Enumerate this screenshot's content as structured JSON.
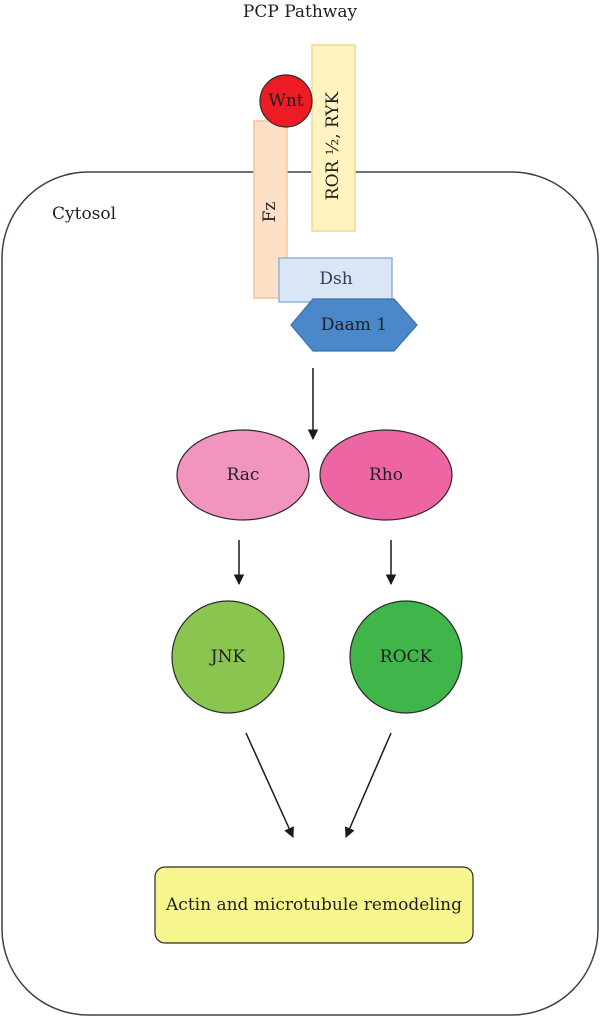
{
  "title": "PCP Pathway",
  "compartment": {
    "label": "Cytosol"
  },
  "nodes": {
    "wnt": "Wnt",
    "ror_ryk": "ROR ½, RYK",
    "fz": "Fz",
    "dsh": "Dsh",
    "daam1": "Daam 1",
    "rac": "Rac",
    "rho": "Rho",
    "jnk": "JNK",
    "rock": "ROCK",
    "outcome": "Actin and microtubule remodeling"
  },
  "colors": {
    "wnt": "#ed1c24",
    "ror_ryk": "#fff4c0",
    "fz": "#fde0c6",
    "dsh": "#dae6f6",
    "daam1": "#4a88c9",
    "rac": "#f295be",
    "rho": "#ee65a3",
    "jnk": "#8ac64f",
    "rock": "#3fb54a",
    "outcome": "#f6f58e",
    "membrane": "#3c4150"
  }
}
